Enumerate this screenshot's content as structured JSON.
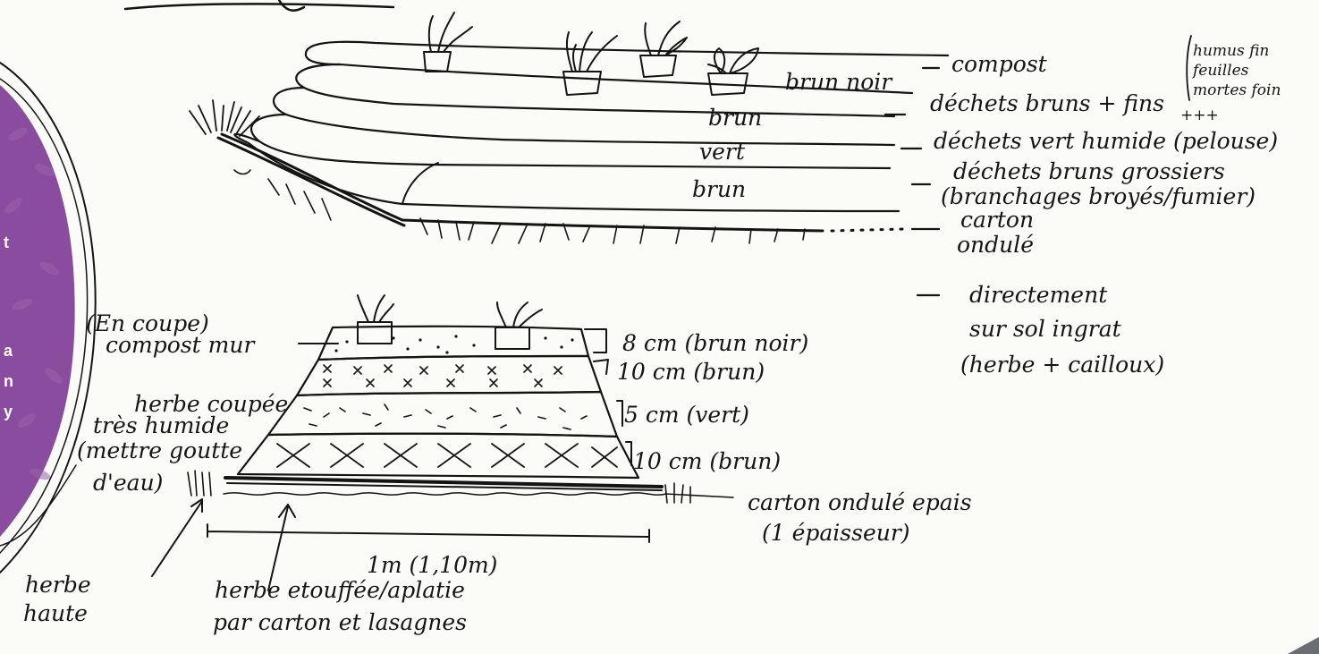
{
  "colors": {
    "paper": "#fbfbf8",
    "ink": "#141414",
    "purple_panel": "#8a4c9e",
    "background": "#6a6d74"
  },
  "side_panel": {
    "letters": [
      "t",
      "a",
      "n",
      "y"
    ]
  },
  "top_diagram": {
    "inline_labels": {
      "top_layer": "brun noir",
      "layer_2": "brun",
      "layer_3": "vert",
      "layer_4": "brun"
    },
    "legend": {
      "compost": "compost",
      "dechets_bruns_fins": "déchets bruns + fins",
      "dechets_vert": "déchets vert humide (pelouse)",
      "dechets_grossiers_1": "déchets bruns grossiers",
      "dechets_grossiers_2": "(branchages broyés/fumier)",
      "carton_1": "carton",
      "carton_2": "ondulé",
      "sol_1": "directement",
      "sol_2": "sur sol ingrat",
      "sol_3": "(herbe + cailloux)"
    },
    "note": {
      "line_1": "humus fin",
      "line_2": "feuilles",
      "line_3": "mortes foin",
      "plus": "+++"
    }
  },
  "section_diagram": {
    "title": "(En coupe)",
    "compost_label": "compost mur",
    "herbe_1": "herbe coupée",
    "herbe_2": "très humide",
    "herbe_3": "(mettre goutte",
    "herbe_4": "d'eau)",
    "depth_1": "8 cm (brun noir)",
    "depth_2": "10 cm (brun)",
    "depth_3": "5 cm (vert)",
    "depth_4": "10 cm (brun)",
    "carton_1": "carton ondulé epais",
    "carton_2": "(1 épaisseur)",
    "width": "1m (1,10m)",
    "herbe_haute_1": "herbe",
    "herbe_haute_2": "haute",
    "etouffee_1": "herbe etouffée/aplatie",
    "etouffee_2": "par carton et lasagnes"
  }
}
